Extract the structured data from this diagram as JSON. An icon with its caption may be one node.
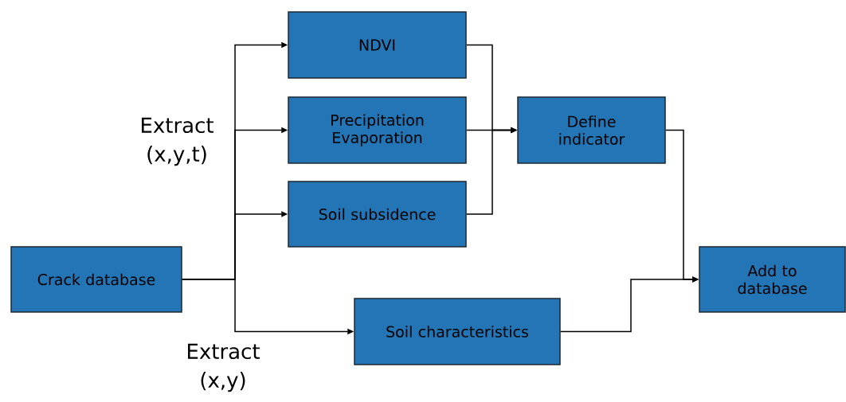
{
  "diagram": {
    "nodes": [
      {
        "text": [
          "Crack database"
        ]
      },
      {
        "text": [
          "NDVI"
        ]
      },
      {
        "text": [
          "Precipitation Evaporation"
        ]
      },
      {
        "text": [
          "Soil subsidence"
        ]
      },
      {
        "text": [
          "Soil characteristics"
        ]
      },
      {
        "text": [
          "Define indicator"
        ]
      },
      {
        "text": [
          "Add to database"
        ]
      }
    ],
    "edges": [
      {
        "from": 0,
        "to": 1,
        "arrow": "to"
      },
      {
        "from": 0,
        "to": 2,
        "arrow": "to"
      },
      {
        "from": 0,
        "to": 3,
        "arrow": "to"
      },
      {
        "from": 0,
        "to": 4,
        "arrow": "to"
      },
      {
        "from": 1,
        "to": 5,
        "arrow": "to"
      },
      {
        "from": 2,
        "to": 5,
        "arrow": "to"
      },
      {
        "from": 3,
        "to": 5,
        "arrow": "to"
      },
      {
        "from": 5,
        "to": 6,
        "arrow": "to"
      },
      {
        "from": 4,
        "to": 6,
        "arrow": "to"
      }
    ],
    "labels": [
      "Extract (x,y,t)",
      "Extract (x,y)"
    ]
  }
}
